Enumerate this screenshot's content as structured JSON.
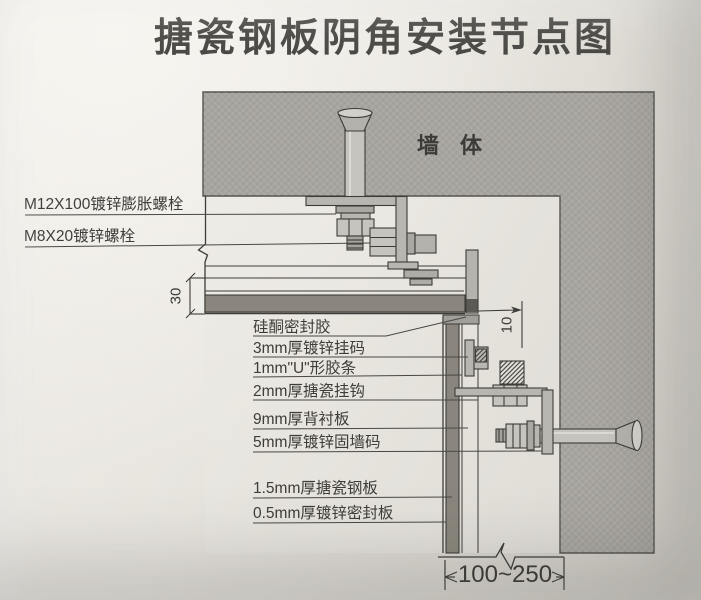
{
  "title": "搪瓷钢板阴角安装节点图",
  "wall": {
    "label": "墙体"
  },
  "callouts": {
    "left": [
      {
        "label": "M12X100镀锌膨胀螺栓"
      },
      {
        "label": "M8X20镀锌螺栓"
      }
    ],
    "middle": [
      {
        "label": "硅酮密封胶"
      },
      {
        "label": "3mm厚镀锌挂码"
      },
      {
        "label": "1mm\"U\"形胶条"
      },
      {
        "label": "2mm厚搪瓷挂钩"
      },
      {
        "label": "9mm厚背衬板"
      },
      {
        "label": "5mm厚镀锌固墙码"
      },
      {
        "label": "1.5mm厚搪瓷钢板"
      },
      {
        "label": "0.5mm厚镀锌密封板"
      }
    ]
  },
  "dimensions": {
    "panel_thickness": "30",
    "corner_gap": "10",
    "bottom_range": "100~250"
  },
  "colors": {
    "wall_fill": "#a8a5a0",
    "panel_fill": "#8a867d",
    "line": "#3e3c38",
    "paper": "#e8e5df"
  }
}
